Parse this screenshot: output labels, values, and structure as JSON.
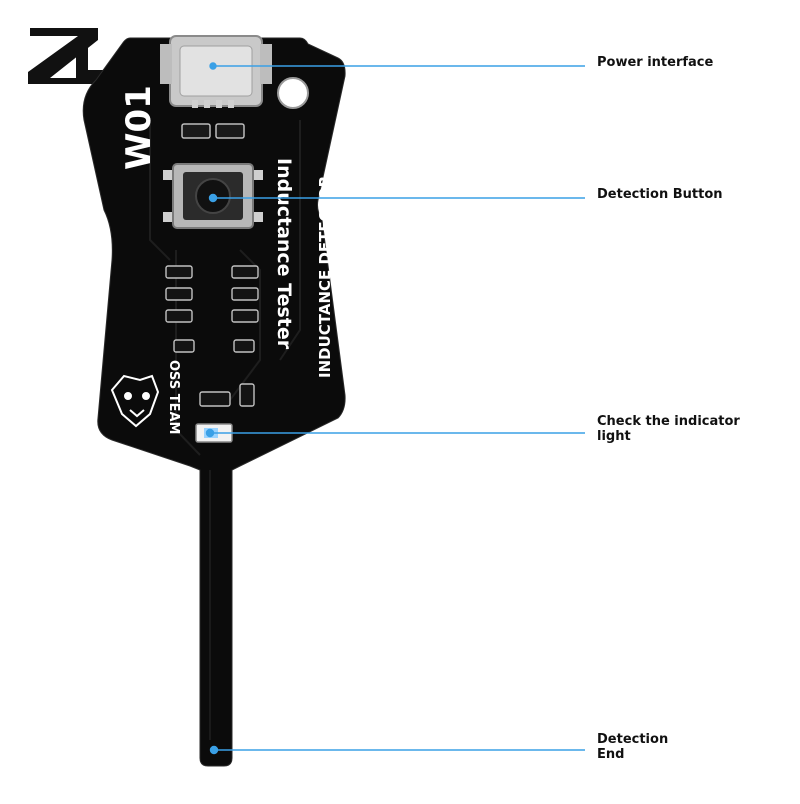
{
  "logo": {
    "name": "zl-brand-logo-icon",
    "color": "#111111"
  },
  "board": {
    "model": "W01",
    "product_name": "Inductance Tester",
    "product_name_alt": "INDUCTANCE DETECTOR",
    "team_label": "OSS TEAM",
    "board_color": "#0b0b0b"
  },
  "callouts": [
    {
      "id": "power",
      "lines": [
        "Power interface"
      ]
    },
    {
      "id": "button",
      "lines": [
        "Detection Button"
      ]
    },
    {
      "id": "indicator",
      "lines": [
        "Check the indicator",
        "light"
      ]
    },
    {
      "id": "end",
      "lines": [
        "Detection",
        "End"
      ]
    }
  ],
  "colors": {
    "accent_line": "#3aa0e6",
    "label_text": "#111111",
    "background": "#ffffff"
  }
}
